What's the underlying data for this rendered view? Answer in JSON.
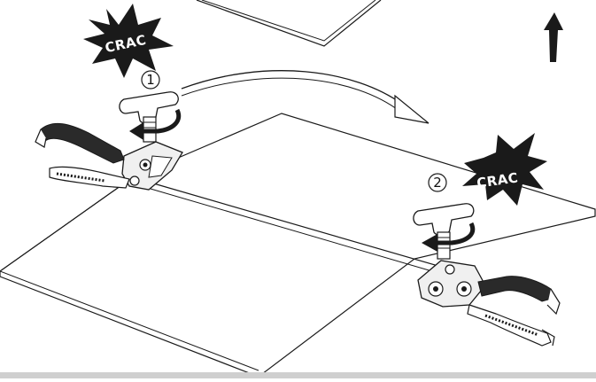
{
  "callouts": {
    "burst_1": "CRAC",
    "burst_2": "CRAC",
    "step_1": "1",
    "step_2": "2"
  },
  "colors": {
    "line": "#1a1a1a",
    "burst": "#1a1a1a",
    "burst_text": "#ffffff",
    "clamp_metal": "#e8e8e8",
    "handle_grip": "#2a2a2a",
    "bottom_bar": "#cfcfcf"
  },
  "icons": {
    "direction_arrow": "up-arrow-icon",
    "transition_arrow": "curved-arrow-icon",
    "rotation_arrow": "rotate-left-icon"
  }
}
